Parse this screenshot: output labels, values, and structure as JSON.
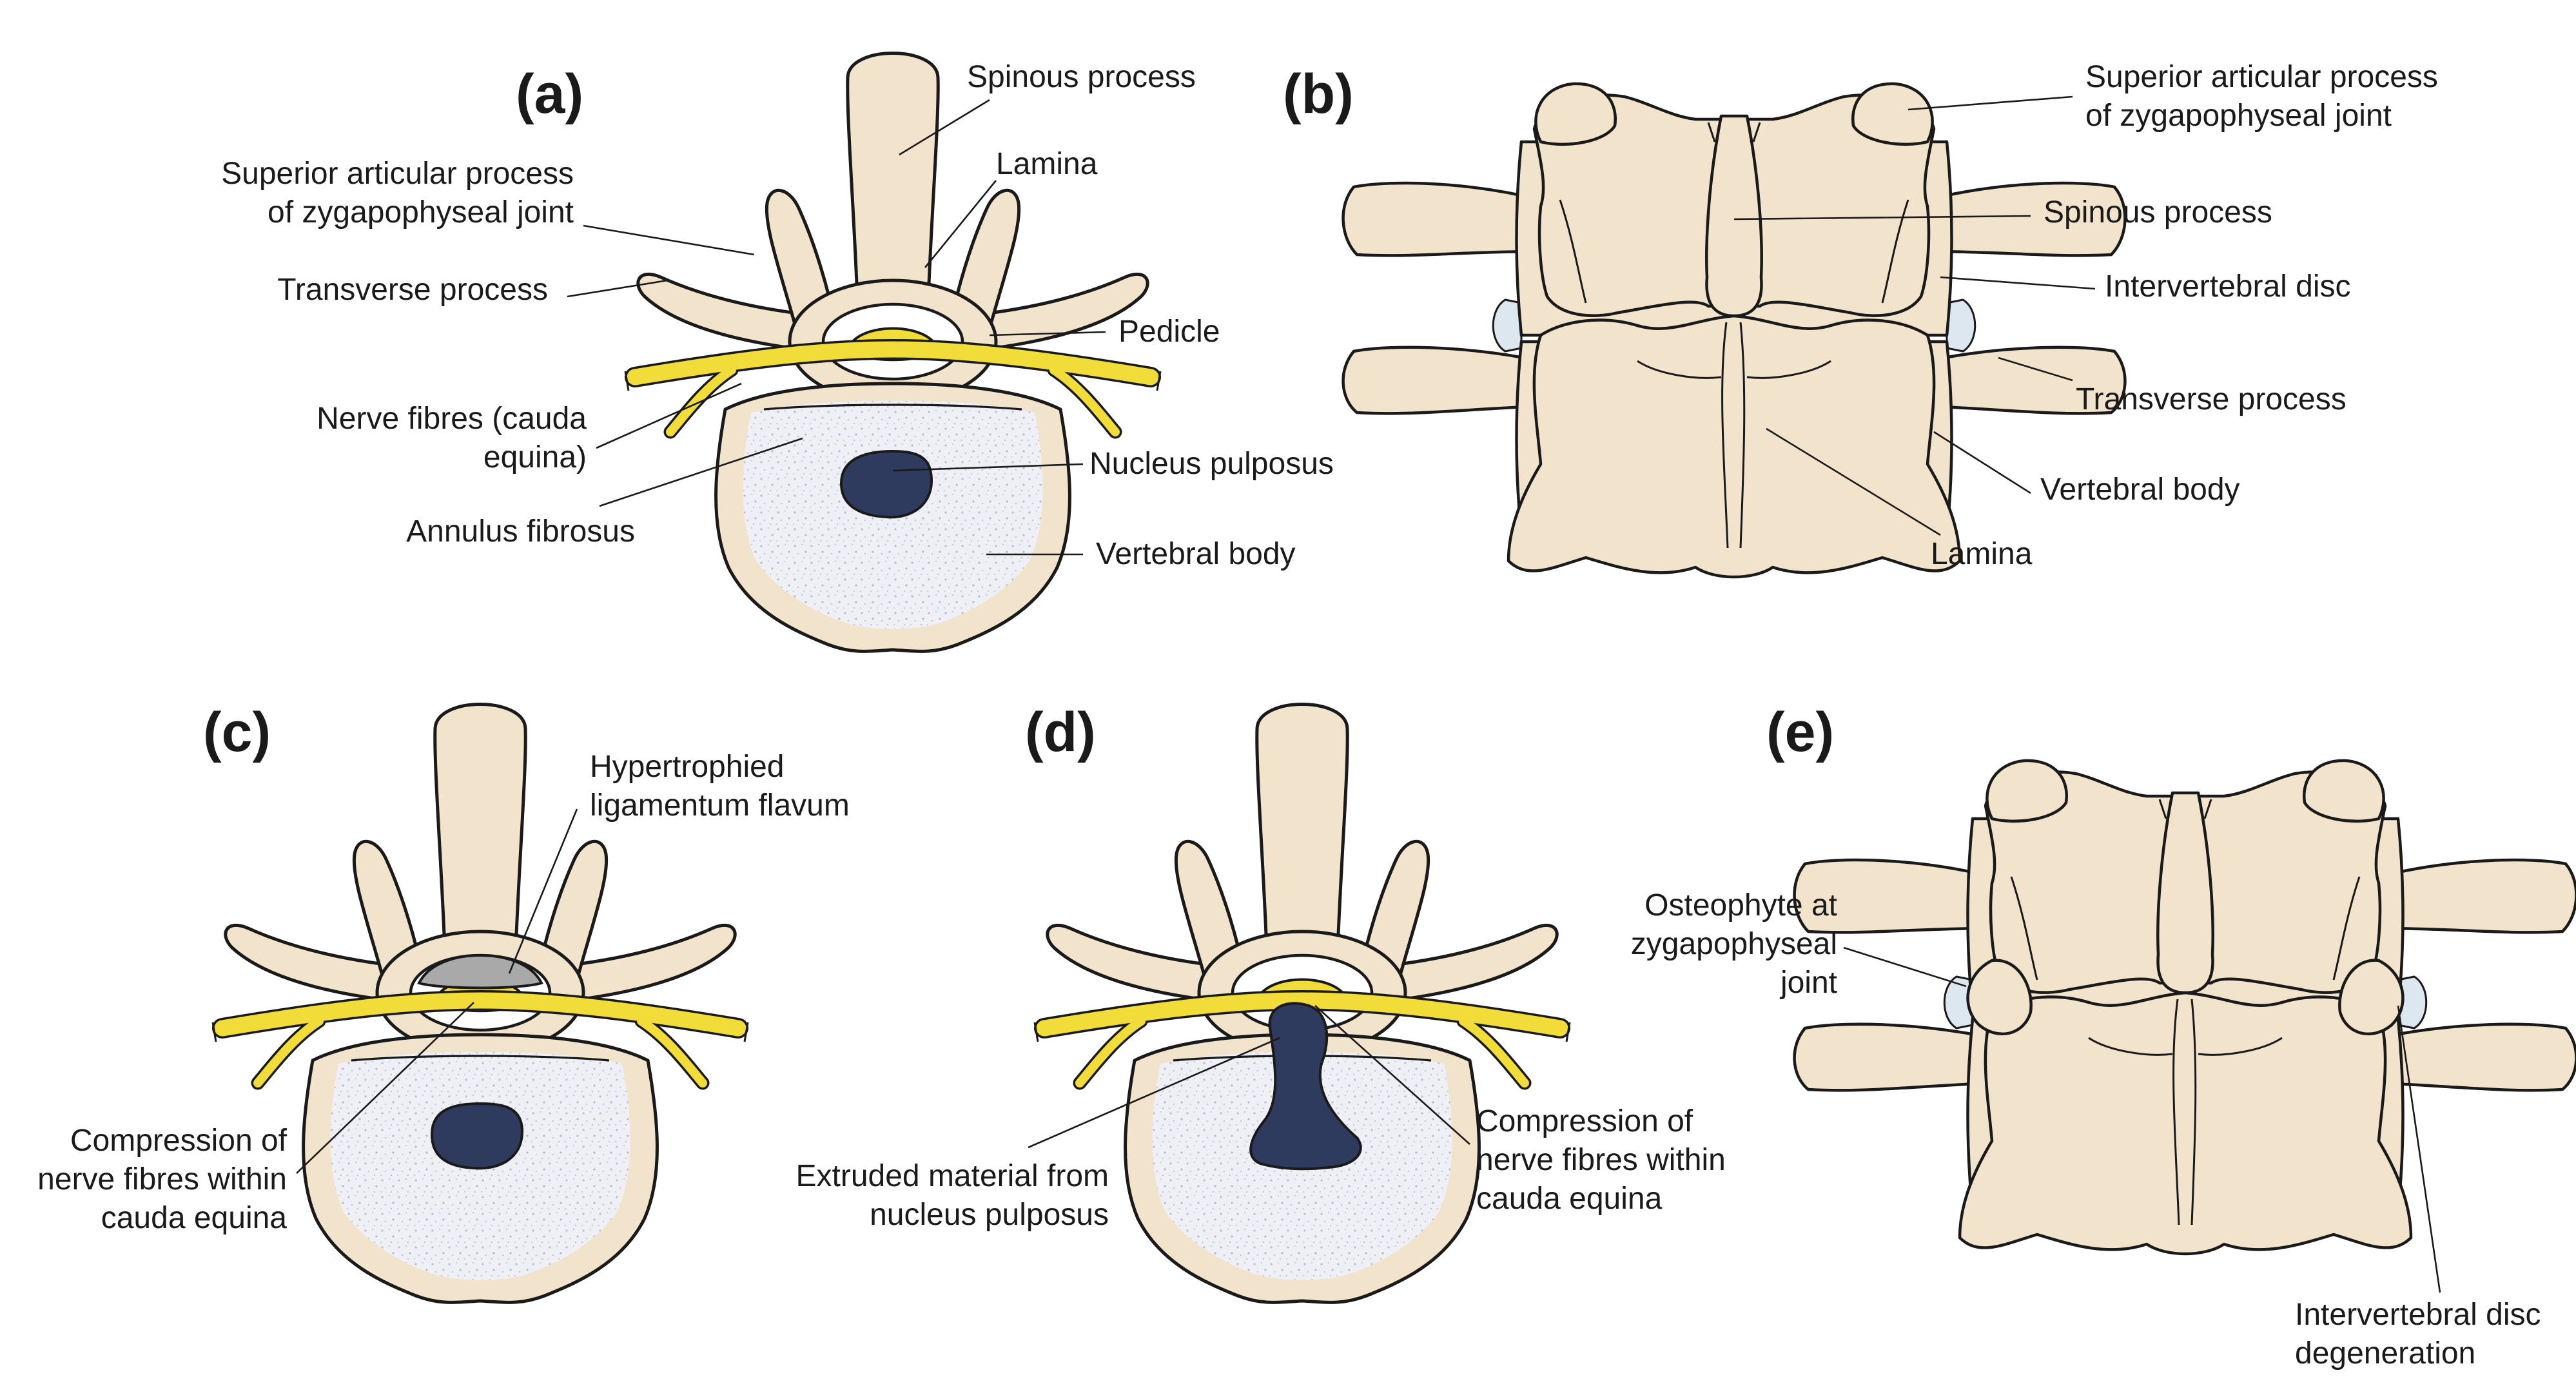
{
  "panels": {
    "a": {
      "letter": "(a)",
      "spinous_process": "Spinous process",
      "lamina": "Lamina",
      "superior_articular_line1": "Superior articular process",
      "superior_articular_line2": "of zygapophyseal joint",
      "transverse_process": "Transverse process",
      "pedicle": "Pedicle",
      "nerve_line1": "Nerve fibres (cauda",
      "nerve_line2": "equina)",
      "nucleus_pulposus": "Nucleus pulposus",
      "annulus_fibrosus": "Annulus fibrosus",
      "vertebral_body": "Vertebral body"
    },
    "b": {
      "letter": "(b)",
      "superior_articular_line1": "Superior articular process",
      "superior_articular_line2": "of zygapophyseal joint",
      "spinous_process": "Spinous process",
      "intervertebral_disc": "Intervertebral disc",
      "transverse_process": "Transverse process",
      "vertebral_body": "Vertebral body",
      "lamina": "Lamina"
    },
    "c": {
      "letter": "(c)",
      "ligament_line1": "Hypertrophied",
      "ligament_line2": "ligamentum flavum",
      "compression_line1": "Compression of",
      "compression_line2": "nerve fibres within",
      "compression_line3": "cauda equina"
    },
    "d": {
      "letter": "(d)",
      "extruded_line1": "Extruded material from",
      "extruded_line2": "nucleus pulposus",
      "compression_line1": "Compression of",
      "compression_line2": "nerve fibres within",
      "compression_line3": "cauda equina"
    },
    "e": {
      "letter": "(e)",
      "osteophyte_line1": "Osteophyte at",
      "osteophyte_line2": "zygapophyseal",
      "osteophyte_line3": "joint",
      "degeneration_line1": "Intervertebral disc",
      "degeneration_line2": "degeneration"
    }
  },
  "colors": {
    "bone": "#f2e3cc",
    "nerve": "#f2dc3a",
    "nucleus": "#2e3a5e",
    "annulus": "#eef0f6",
    "ligament": "#a9a9a9",
    "outline": "#1a1a1a"
  }
}
